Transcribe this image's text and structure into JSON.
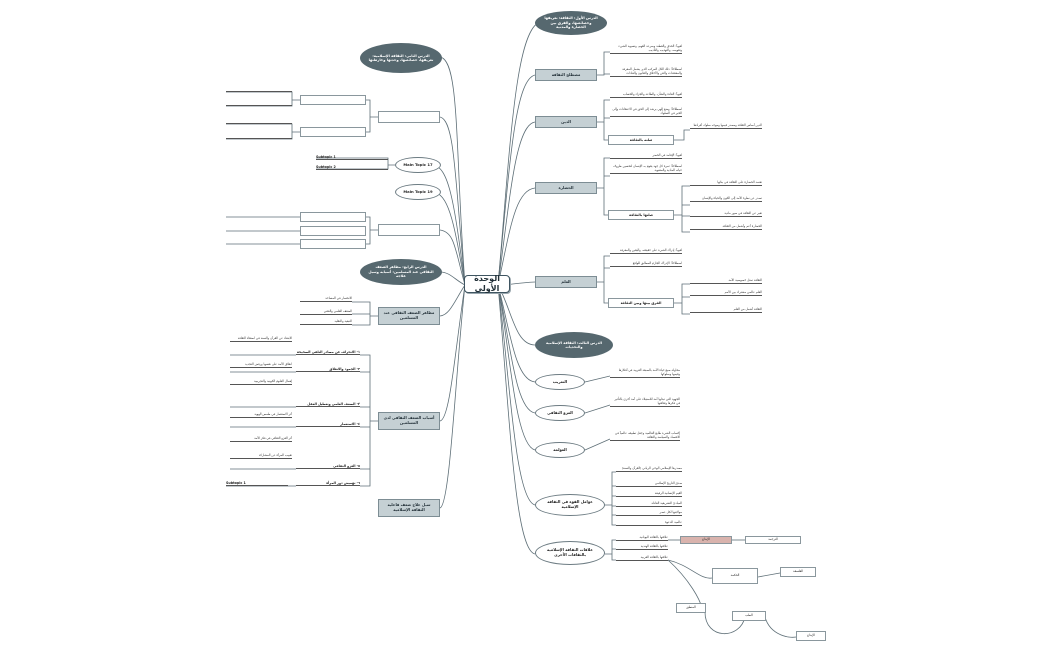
{
  "central": "الوحدة الأولى",
  "lessons": {
    "l1": "الدرس الأول: الثقافة: تعريفها وخصائصها، والفرق بين الحضارة والمدنية",
    "l2": "الدرس الثاني: الثقافة الإسلامية: تعريفها، خصائصها، وحدتها وخارطتها",
    "l3": "الدرس الثالث: الثقافة الإسلامية والتحديات",
    "l4": "الدرس الرابع: مظاهر الضعف الثقافي عند المسلمين: أسبابه وسبل علاجه"
  },
  "topics": {
    "mustalah": "مصطلح الثقافة",
    "mustalah_t1": "لغوياً: الحذق والفطنة وسرعة الفهم، وتسوية الشيء وتقويمه، والتهذيب والتأديب",
    "mustalah_t2": "اصطلاحاً: ذلك الكل المركب الذي يشمل المعرفة والمعتقدات والفن والأخلاق والقانون والعادات",
    "din": "الدين",
    "din_t1": "لغوياً: العادة والشأن، والطاعة والجزاء والحساب",
    "din_t2": "اصطلاحاً: وضع إلهي يرشد إلى الحق في الاعتقادات وإلى الخير في السلوك",
    "din_sub": "صلته بالثقافة",
    "din_sub_t": "الدين أساس الثقافة ومصدر قيمها وموجه سلوك أفرادها",
    "hadara": "الحضارة",
    "hadara_t1": "لغوياً: الإقامة في الحضر",
    "hadara_t2": "اصطلاحاً: ثمرة كل جهد يقوم به الإنسان لتحسين ظروف حياته المادية والمعنوية",
    "hadara_sub": "صلتها بالثقافة",
    "hadara_s1": "تعتمد الحضارة على الثقافة في بنائها",
    "hadara_s2": "تصدر عن نظرة الأمة إلى الكون والحياة والإنسان",
    "hadara_s3": "تعبر عن الثقافة في صور مادية",
    "hadara_s4": "الحضارة أعم وأشمل من الثقافة",
    "ilm": "العلم",
    "ilm_t1": "لغوياً: إدراك الشيء على حقيقته، واليقين والمعرفة",
    "ilm_t2": "اصطلاحاً: الإدراك الجازم المطابق للواقع",
    "ilm_sub": "الفرق بينها وبين الثقافة",
    "ilm_s1": "الثقافة تمثل خصوصية الأمة",
    "ilm_s2": "العلم عالمي مشترك بين الأمم",
    "ilm_s3": "الثقافة أشمل من العلم",
    "taghrib": "التغريب",
    "taghrib_t": "محاولة صبغ حياة الأمة بالصبغة الغربية في أفكارها وقيمها وسلوكها",
    "ghazw": "الغزو الثقافي",
    "ghazw_t": "الجهود التي تبذلها أمة للاستيلاء على أمة أخرى بالتأثير في فكرها وثقافتها",
    "awlama": "العولمة",
    "awlama_t": "إكساب الشيء طابع العالمية وجعل تطبيقه عالمياً في الاقتصاد والسياسة والثقافة",
    "qiwa": "عوامل القوة في الثقافة الإسلامية",
    "qiwa_1": "مصدرها الإسلامي الوحي الرباني (القرآن والسنة)",
    "qiwa_2": "صدق التاريخ الإسلامي",
    "qiwa_3": "القيم الإنسانية الرفيعة",
    "qiwa_4": "المبادئ التشريعية العادلة",
    "qiwa_5": "مواكبتها لكل عصر",
    "qiwa_6": "عالمية الدعوة",
    "ilaqat": "علاقات الثقافة الإسلامية بالثقافات الأخرى",
    "ilaqat_1": "علاقتها بالثقافة اليونانية",
    "ilaqat_2": "علاقتها بالثقافة الهندية",
    "ilaqat_3": "علاقتها بالثقافة الغربية",
    "mazahir": "مظاهر الضعف الثقافي عند المسلمين",
    "mazahir_1": "الانحسار في المساحة",
    "mazahir_2": "الضعف العلمي والتقني",
    "mazahir_3": "التبعية والتقليد",
    "asbab": "أسباب الضعف الثقافي لدى المسلمين",
    "asbab_1": "١- الانحراف عن مصادر التلقي الصحيحة",
    "asbab_2": "٢- الجمود والانغلاق",
    "asbab_3": "٣- الضعف العلمي وتعطيل العقل",
    "asbab_4": "٤- الاستعمار",
    "asbab_5": "٥- الغزو الثقافي",
    "asbab_6": "٦- تهميش دور المرأة",
    "asbab_t1": "الابتعاد عن القرآن والسنة في استقاء الثقافة",
    "asbab_t2": "انغلاق الأمة على نفسها ورفض التجديد",
    "asbab_t3": "إهمال العلوم الكونية والتجريبية",
    "asbab_t4": "أثر الاستعمار في طمس الهوية",
    "asbab_t5": "أثر الغزو الثقافي في فكر الأمة",
    "asbab_t6": "تغييب المرأة عن المشاركة",
    "asbab_sub": "Subtopic 1",
    "ilaj": "سبل علاج ضعف فاعلية الثقافة الإسلامية",
    "main17": "Main Topic 17",
    "main19": "Main Topic 19",
    "sub1": "Subtopic 1",
    "sub2": "Subtopic 2",
    "f1": "الإبداع",
    "f2": "الترجمة",
    "f3": "الحكمة",
    "f4": "الفلسفة",
    "f5": "المنطق",
    "f6": "الطب"
  },
  "colors": {
    "oval": "#56686f",
    "box": "#c5d0d4",
    "line": "#5e6f77",
    "pink": "#d9b3ad"
  }
}
